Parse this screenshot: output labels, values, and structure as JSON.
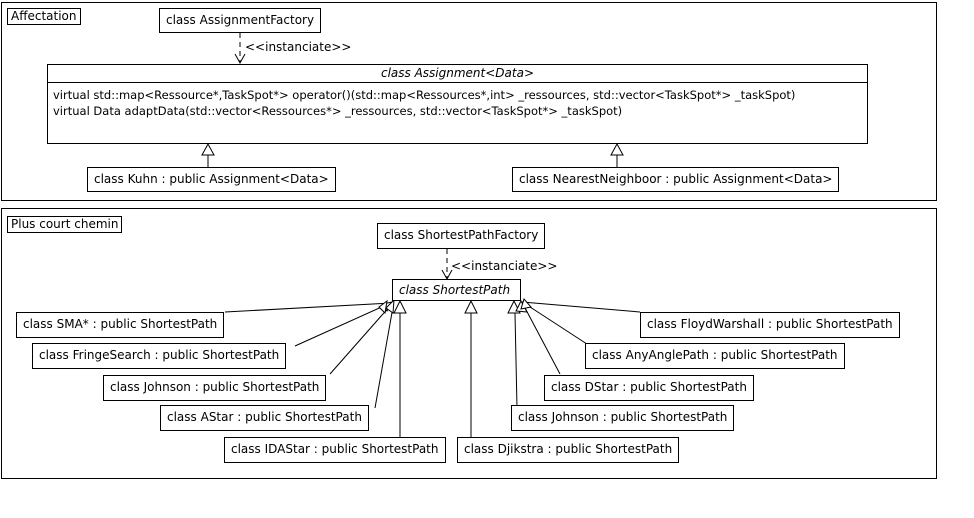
{
  "affectation": {
    "label": "Affectation",
    "factory": "class AssignmentFactory",
    "stereotype": "<<instanciate>>",
    "assignment": {
      "title": "class Assignment<Data>",
      "methods": [
        "virtual std::map<Ressource*,TaskSpot*> operator()(std::map<Ressources*,int> _ressources, std::vector<TaskSpot*> _taskSpot)",
        "virtual Data adaptData(std::vector<Ressources*> _ressources, std::vector<TaskSpot*> _taskSpot)"
      ]
    },
    "kuhn": "class Kuhn : public Assignment<Data>",
    "nearest": "class NearestNeighboor : public Assignment<Data>"
  },
  "shortest": {
    "label": "Plus court chemin",
    "factory": "class ShortestPathFactory",
    "stereotype": "<<instanciate>>",
    "base": "class ShortestPath",
    "left": [
      "class SMA* : public ShortestPath",
      "class FringeSearch : public ShortestPath",
      "class Johnson : public ShortestPath",
      "class AStar : public ShortestPath",
      "class IDAStar : public ShortestPath"
    ],
    "right": [
      "class FloydWarshall : public ShortestPath",
      "class AnyAnglePath : public ShortestPath",
      "class DStar : public ShortestPath",
      "class Johnson : public ShortestPath",
      "class Djikstra : public ShortestPath"
    ]
  }
}
